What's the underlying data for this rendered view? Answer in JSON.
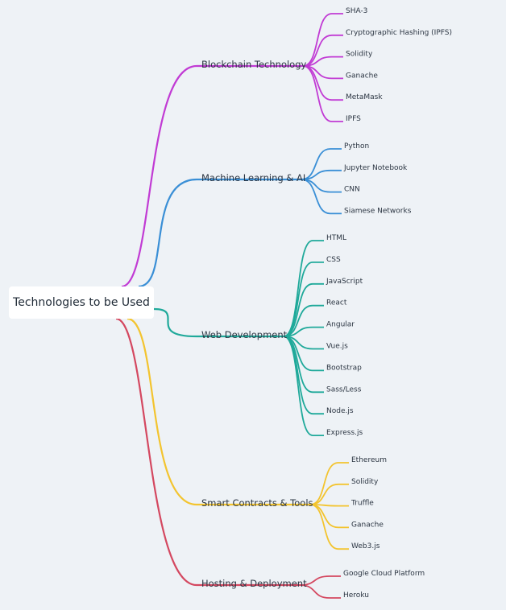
{
  "root": {
    "label": "Technologies to be Used"
  },
  "branches": [
    {
      "key": "blockchain",
      "label": "Blockchain Technology",
      "color": "#c13bd4",
      "children": [
        "SHA-3",
        "Cryptographic Hashing (IPFS)",
        "Solidity",
        "Ganache",
        "MetaMask",
        "IPFS"
      ]
    },
    {
      "key": "ml",
      "label": "Machine Learning & AI",
      "color": "#3a8fd6",
      "children": [
        "Python",
        "Jupyter Notebook",
        "CNN",
        "Siamese Networks"
      ]
    },
    {
      "key": "web",
      "label": "Web Development",
      "color": "#1fa99a",
      "children": [
        "HTML",
        "CSS",
        "JavaScript",
        "React",
        "Angular",
        "Vue.js",
        "Bootstrap",
        "Sass/Less",
        "Node.js",
        "Express.js"
      ]
    },
    {
      "key": "smart",
      "label": "Smart Contracts & Tools",
      "color": "#f3c42f",
      "children": [
        "Ethereum",
        "Solidity",
        "Truffle",
        "Ganache",
        "Web3.js"
      ]
    },
    {
      "key": "hosting",
      "label": "Hosting & Deployment",
      "color": "#d44860",
      "children": [
        "Google Cloud Platform",
        "Heroku"
      ]
    }
  ]
}
